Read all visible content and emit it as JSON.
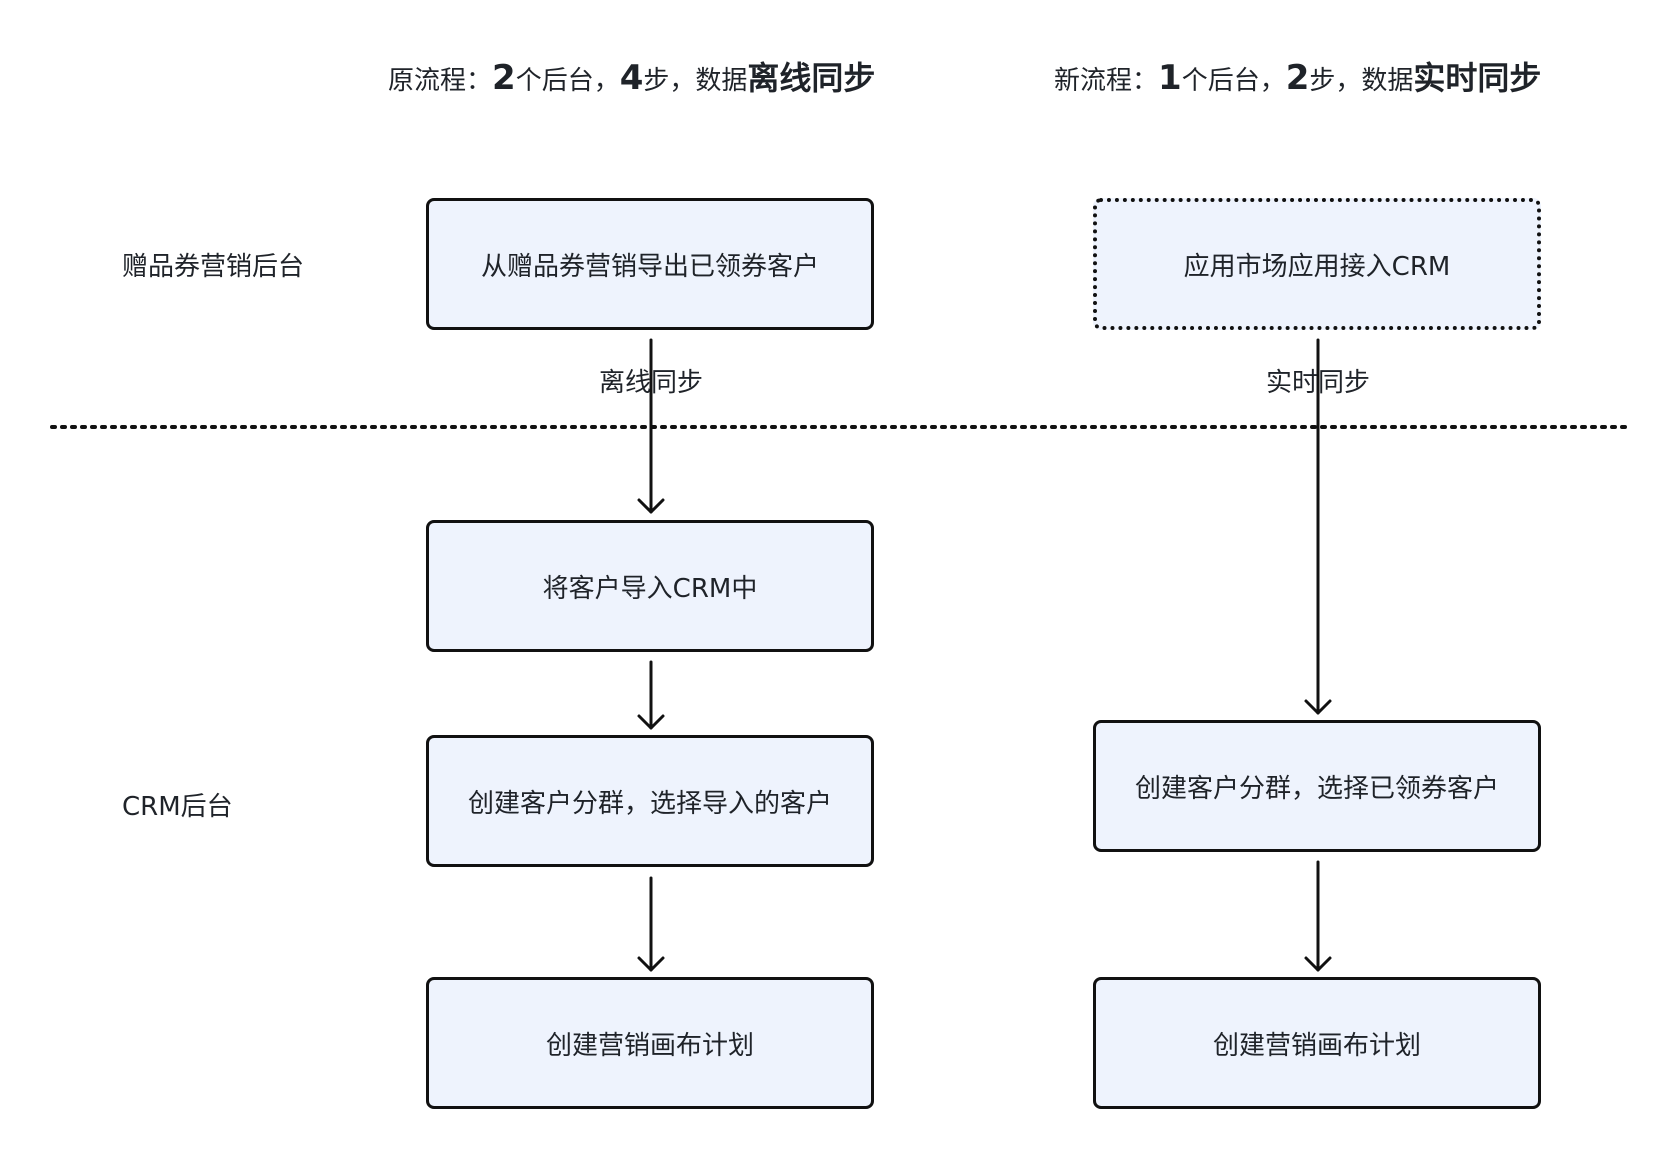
{
  "header": {
    "old_flow": {
      "prefix": "原流程：",
      "backend_count": "2",
      "backend_text": "个后台，",
      "step_count": "4",
      "step_text": "步，数据",
      "sync_mode": "离线同步"
    },
    "new_flow": {
      "prefix": "新流程：",
      "backend_count": "1",
      "backend_text": "个后台，",
      "step_count": "2",
      "step_text": "步，数据",
      "sync_mode": "实时同步"
    }
  },
  "lanes": {
    "gift_coupon": "赠品券营销后台",
    "crm": "CRM后台"
  },
  "old_flow_steps": {
    "export": "从赠品券营销导出已领券客户",
    "import": "将客户导入CRM中",
    "segment": "创建客户分群，选择导入的客户",
    "canvas": "创建营销画布计划"
  },
  "new_flow_steps": {
    "app": "应用市场应用接入CRM",
    "segment": "创建客户分群，选择已领券客户",
    "canvas": "创建营销画布计划"
  },
  "edge_labels": {
    "offline": "离线同步",
    "realtime": "实时同步"
  }
}
